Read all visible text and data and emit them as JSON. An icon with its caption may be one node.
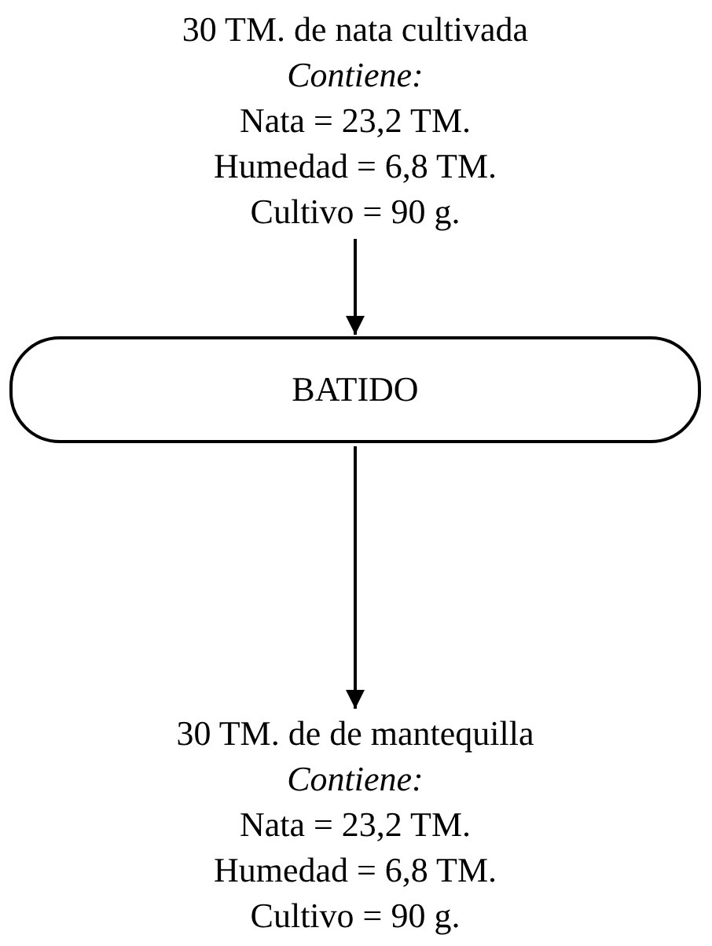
{
  "diagram": {
    "nodes": [
      {
        "text": [
          "30 TM. de nata cultivada",
          "Contiene:",
          "Nata = 23,2 TM.",
          "Humedad = 6,8 TM.",
          "Cultivo = 90 g."
        ]
      },
      {
        "text": [
          "BATIDO"
        ]
      },
      {
        "text": [
          "30 TM. de de mantequilla",
          "Contiene:",
          "Nata = 23,2 TM.",
          "Humedad = 6,8 TM.",
          "Cultivo = 90 g."
        ]
      }
    ],
    "edges": [
      {
        "from": 0,
        "to": 1,
        "arrow": "to"
      },
      {
        "from": 1,
        "to": 2,
        "arrow": "to"
      }
    ]
  }
}
